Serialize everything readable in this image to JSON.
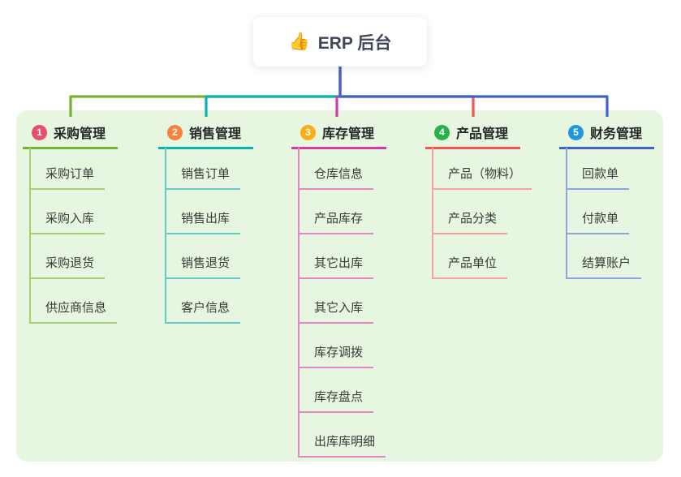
{
  "root": {
    "icon": "👍",
    "title": "ERP 后台"
  },
  "palette": {
    "panel_bg": "#e6f6e0",
    "stem_color": "#4a5ed2"
  },
  "branches": [
    {
      "num": "1",
      "label": "采购管理",
      "badge_color": "#e84f6d",
      "line_color": "#77b331",
      "light_color": "#a6d16e",
      "children": [
        "采购订单",
        "采购入库",
        "采购退货",
        "供应商信息"
      ]
    },
    {
      "num": "2",
      "label": "销售管理",
      "badge_color": "#f8813c",
      "line_color": "#0cb3ae",
      "light_color": "#63cbc7",
      "children": [
        "销售订单",
        "销售出库",
        "销售退货",
        "客户信息"
      ]
    },
    {
      "num": "3",
      "label": "库存管理",
      "badge_color": "#fbad18",
      "line_color": "#d23ca1",
      "light_color": "#e784c5",
      "children": [
        "仓库信息",
        "产品库存",
        "其它出库",
        "其它入库",
        "库存调拨",
        "库存盘点",
        "出库库明细"
      ]
    },
    {
      "num": "4",
      "label": "产品管理",
      "badge_color": "#2bb14c",
      "line_color": "#f4554f",
      "light_color": "#f7a29c",
      "children": [
        "产品（物料）",
        "产品分类",
        "产品单位"
      ]
    },
    {
      "num": "5",
      "label": "财务管理",
      "badge_color": "#2098dd",
      "line_color": "#3e63c8",
      "light_color": "#8ba5dc",
      "children": [
        "回款单",
        "付款单",
        "结算账户"
      ]
    }
  ]
}
